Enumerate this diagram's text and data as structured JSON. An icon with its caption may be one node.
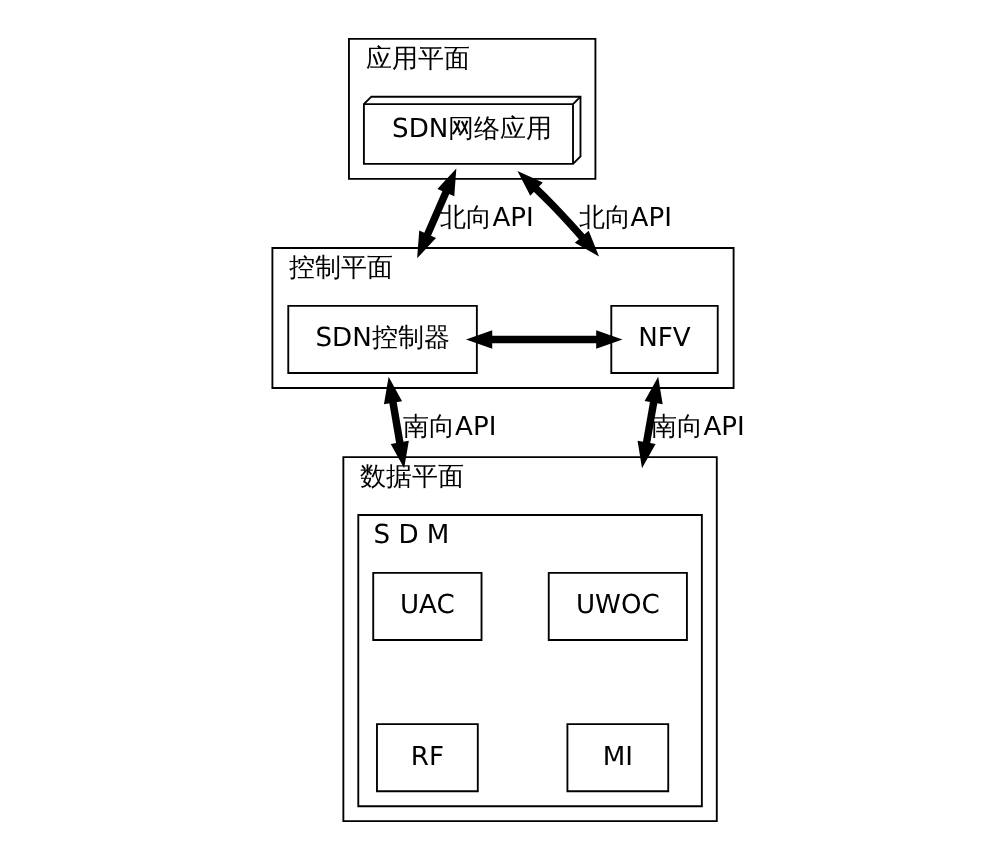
{
  "diagram": {
    "nodes": [
      {
        "text": [
          "应用平面"
        ]
      },
      {
        "text": [
          "SDN网络应用"
        ],
        "in": 0
      },
      {
        "text": [
          "控制平面"
        ]
      },
      {
        "text": [
          "SDN控制器"
        ],
        "in": 2
      },
      {
        "text": [
          "NFV"
        ],
        "in": 2
      },
      {
        "text": [
          "数据平面"
        ]
      },
      {
        "text": [
          "S D M"
        ],
        "in": 5
      },
      {
        "text": [
          "UAC"
        ],
        "in": 6
      },
      {
        "text": [
          "UWOC"
        ],
        "in": 6
      },
      {
        "text": [
          "RF"
        ],
        "in": 6
      },
      {
        "text": [
          "MI"
        ],
        "in": 6
      }
    ],
    "edges": [
      {
        "from": 0,
        "to": 2,
        "arrow": "both",
        "label": "北向API"
      },
      {
        "from": 0,
        "to": 2,
        "arrow": "both",
        "label": "北向API"
      },
      {
        "from": 3,
        "to": 4,
        "arrow": "both"
      },
      {
        "from": 2,
        "to": 5,
        "arrow": "both",
        "label": "南向API"
      },
      {
        "from": 2,
        "to": 5,
        "arrow": "both",
        "label": "南向API"
      }
    ]
  }
}
